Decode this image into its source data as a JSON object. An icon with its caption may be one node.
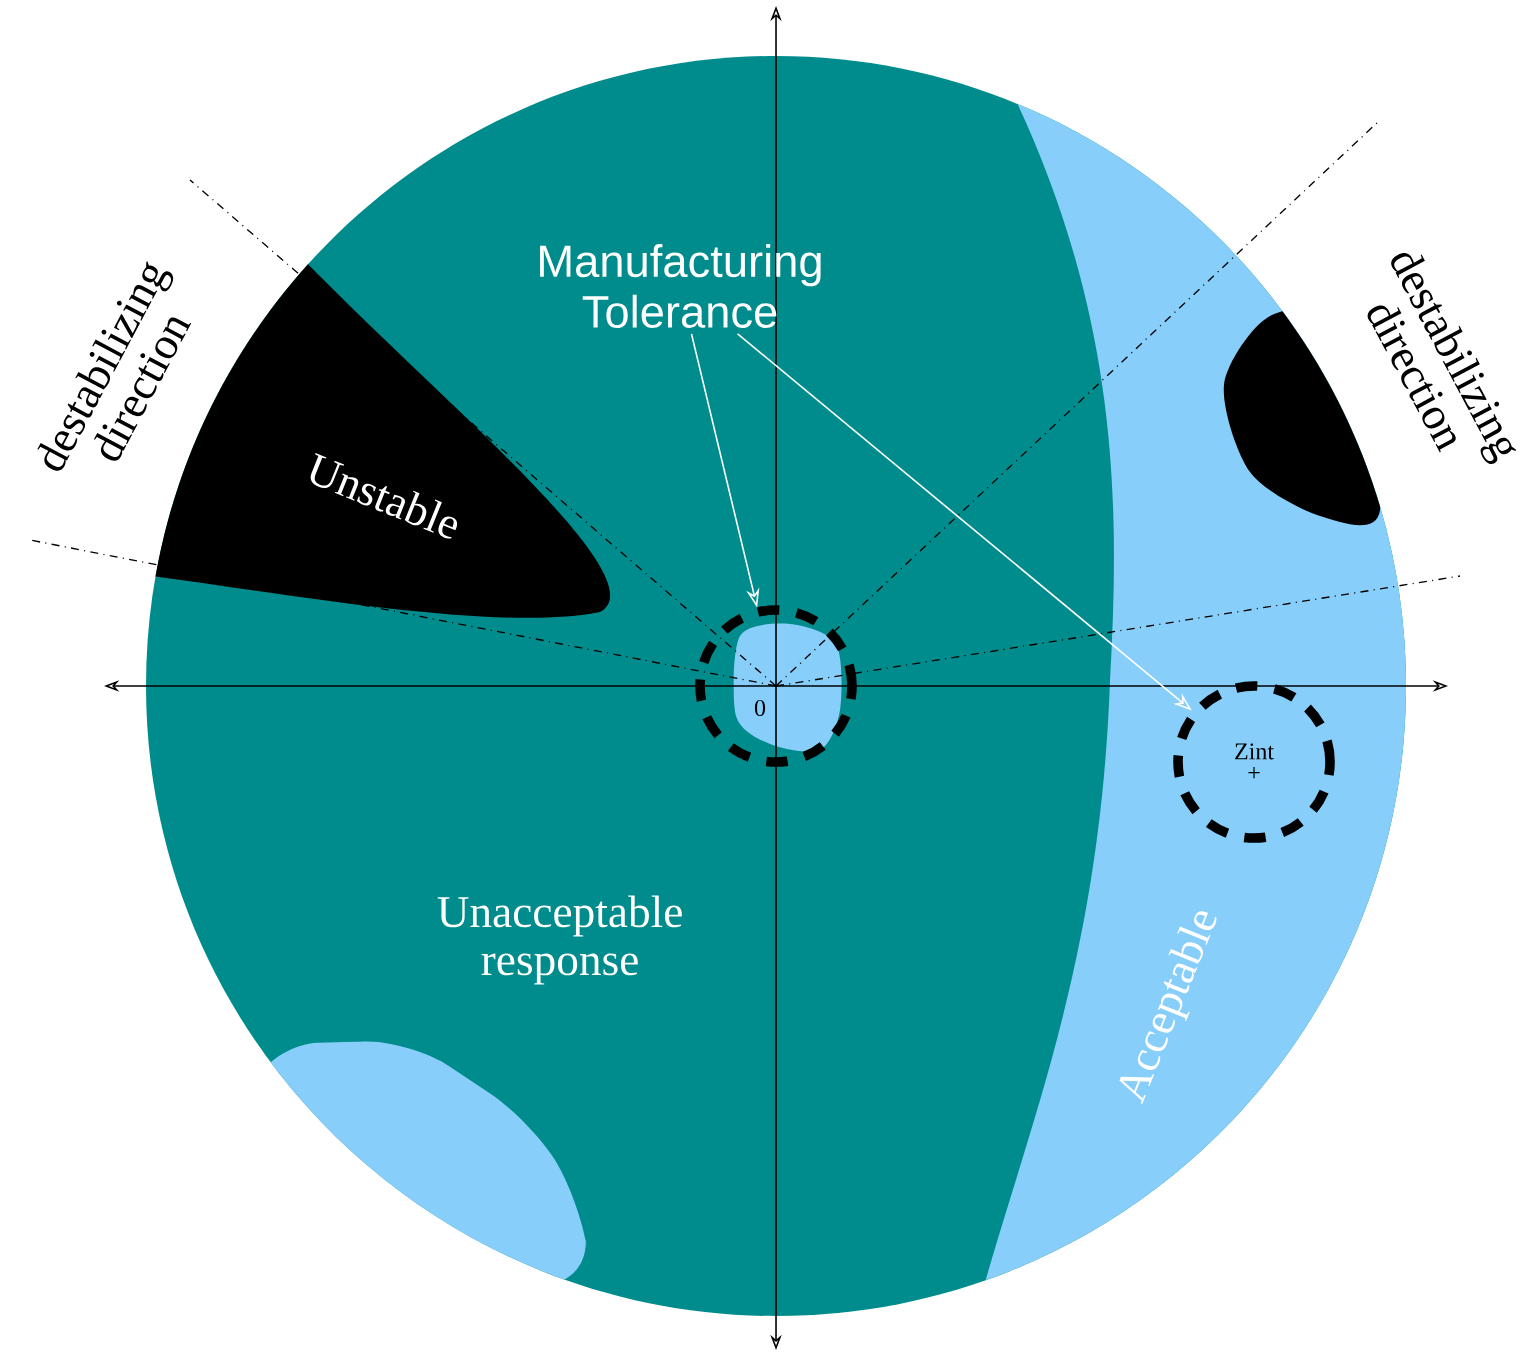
{
  "diagram": {
    "nodes": [
      {
        "text": [
          "Manufacturing Tolerance"
        ]
      },
      {
        "text": [],
        "shape": "circle"
      },
      {
        "text": [
          "Zint",
          "+"
        ]
      }
    ],
    "edges": [
      {
        "from": 0,
        "to": 1,
        "arrow": "to"
      },
      {
        "from": 0,
        "to": 2,
        "arrow": "to"
      }
    ],
    "labels": [
      "destabilizing direction",
      "destabilizing direction",
      "Unstable",
      "0",
      "Unacceptable response",
      "Acceptable"
    ]
  }
}
